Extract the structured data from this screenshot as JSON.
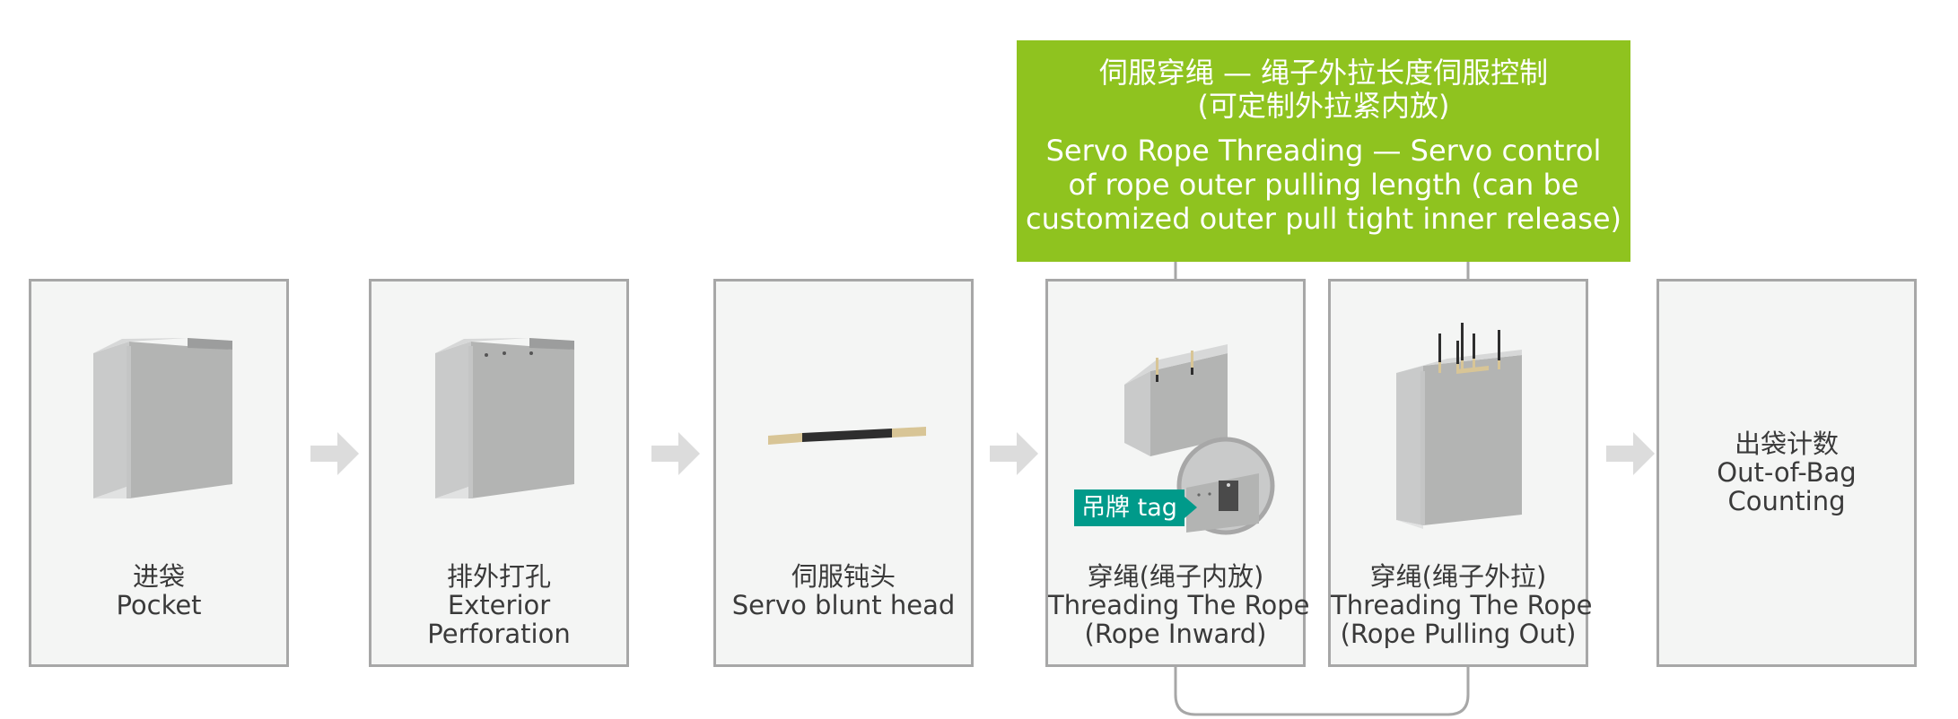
{
  "banner": {
    "zh_line1": "伺服穿绳 — 绳子外拉长度伺服控制",
    "zh_line2": "(可定制外拉紧内放)",
    "en_line1": "Servo Rope Threading — Servo control",
    "en_line2": "of rope outer pulling length (can be",
    "en_line3": "customized outer pull tight inner release)"
  },
  "steps": [
    {
      "zh": "进袋",
      "en1": "Pocket",
      "en2": ""
    },
    {
      "zh": "排外打孔",
      "en1": "Exterior",
      "en2": "Perforation"
    },
    {
      "zh": "伺服钝头",
      "en1": "Servo blunt head",
      "en2": ""
    },
    {
      "zh": "穿绳(绳子内放)",
      "en1": "Threading The Rope",
      "en2": "(Rope Inward)"
    },
    {
      "zh": "穿绳(绳子外拉)",
      "en1": "Threading The Rope",
      "en2": "(Rope Pulling Out)"
    },
    {
      "zh": "出袋计数",
      "en1": "Out-of-Bag",
      "en2": "Counting"
    }
  ],
  "tag_badge": "吊牌 tag",
  "colors": {
    "banner": "#8fc31f",
    "tag": "#009a8a",
    "box_border": "#a7a7a7",
    "box_fill": "#f4f5f4",
    "arrow": "#dcdcdc",
    "bag": "#b3b4b3"
  }
}
